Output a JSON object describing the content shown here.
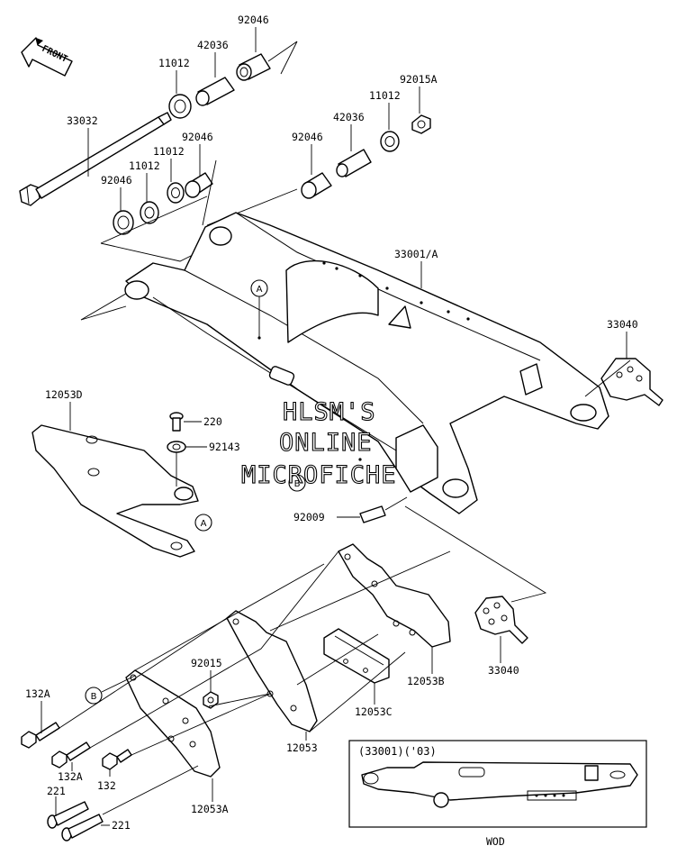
{
  "front_arrow": {
    "label": "FRONT"
  },
  "watermark": {
    "line1": "HLSM'S",
    "line2": "ONLINE",
    "line3": "MICROFICHE"
  },
  "labels": {
    "p92046_top": "92046",
    "p42036_top": "42036",
    "p11012_top": "11012",
    "p33032": "33032",
    "p92046_mid": "92046",
    "p11012_mid": "11012",
    "p92046_left": "92046",
    "p92015A": "92015A",
    "p11012_right": "11012",
    "p42036_right": "42036",
    "p92046_right": "92046",
    "p33001A": "33001/A",
    "p33040_top": "33040",
    "p12053D": "12053D",
    "p220": "220",
    "p92143": "92143",
    "p92009": "92009",
    "p92015": "92015",
    "p132A_top": "132A",
    "p132A_bot": "132A",
    "p132": "132",
    "p221_top": "221",
    "p221_bot": "221",
    "p12053A": "12053A",
    "p12053": "12053",
    "p12053C": "12053C",
    "p12053B": "12053B",
    "p33040_bot": "33040"
  },
  "callouts": {
    "a": "A",
    "b": "B"
  },
  "inset": {
    "title": "(33001)('03)",
    "caption": "WOD"
  }
}
